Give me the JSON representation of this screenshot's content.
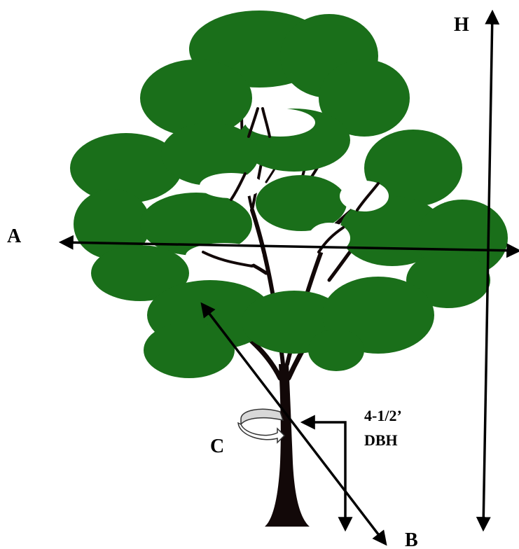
{
  "labels": {
    "a": "A",
    "b": "B",
    "c": "C",
    "h": "H",
    "dbh_height": "4-1/2’",
    "dbh_text": "DBH"
  },
  "colors": {
    "foliage": "#1a6f1a",
    "trunk": "#120808",
    "arrow": "#000000",
    "background": "#ffffff"
  }
}
